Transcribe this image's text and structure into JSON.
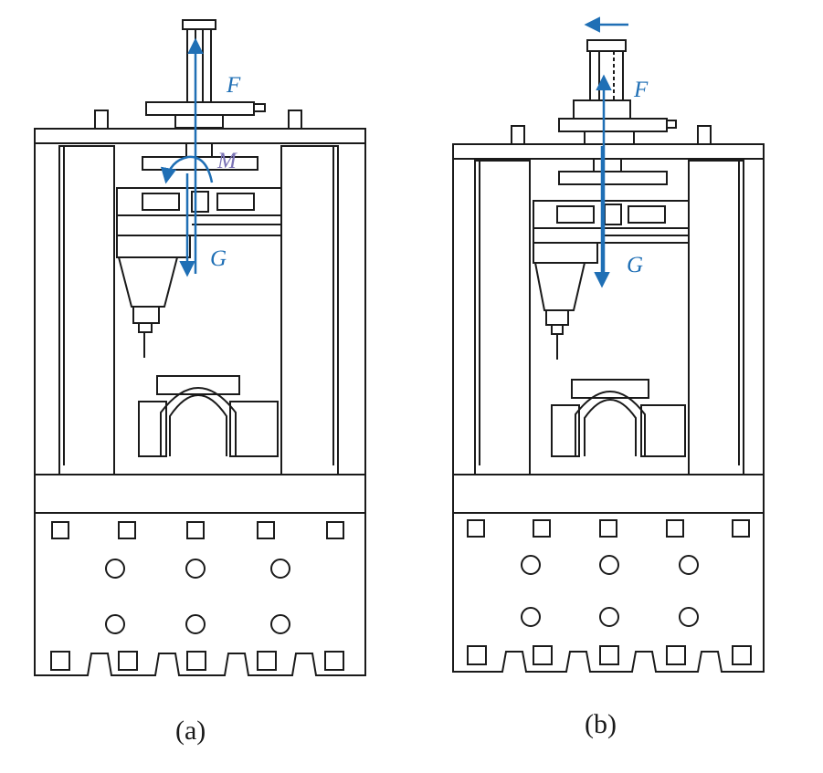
{
  "figure": {
    "panels": [
      {
        "id": "a",
        "caption": "(a)",
        "labels": {
          "force": "F",
          "moment": "M",
          "gravity": "G"
        }
      },
      {
        "id": "b",
        "caption": "(b)",
        "labels": {
          "force": "F",
          "gravity": "G"
        }
      }
    ],
    "colors": {
      "line": "#1a1a1a",
      "arrow": "#1f6fb5",
      "moment_label": "#7a72b5"
    }
  }
}
